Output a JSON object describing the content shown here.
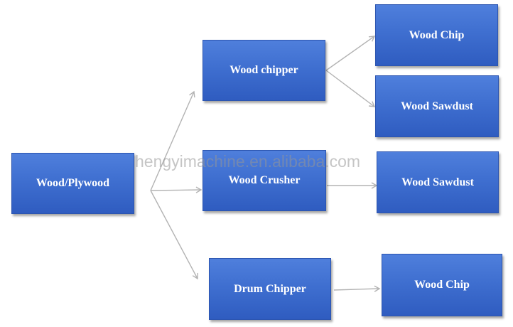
{
  "source": {
    "label": "Wood/Plywood"
  },
  "machines": [
    {
      "label": "Wood chipper"
    },
    {
      "label": "Wood Crusher"
    },
    {
      "label": "Drum Chipper"
    }
  ],
  "outputs": [
    {
      "label": "Wood Chip"
    },
    {
      "label": "Wood Sawdust"
    },
    {
      "label": "Wood Sawdust"
    },
    {
      "label": "Wood Chip"
    }
  ],
  "watermark": "hengyimachine.en.alibaba.com",
  "colors": {
    "box_fill": "#4472c4",
    "box_text": "#ffffff",
    "arrow": "#b3b3b3",
    "watermark": "#969696"
  }
}
